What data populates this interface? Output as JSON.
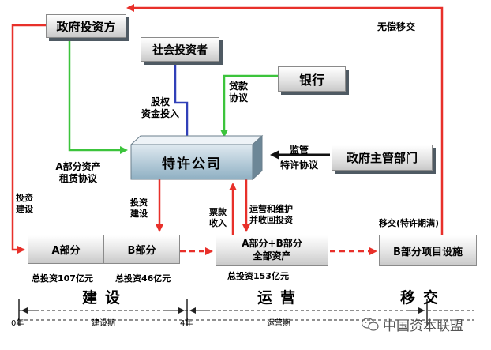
{
  "nodes": {
    "government_investor": "政府投资方",
    "social_investor": "社会投资者",
    "bank": "银行",
    "franchise_company": "特许公司",
    "government_authority": "政府主管部门",
    "part_a": "A部分",
    "part_b": "B部分",
    "part_ab_l1": "A部分+B部分",
    "part_ab_l2": "全部资产",
    "b_facility": "B部分项目设施"
  },
  "edges": {
    "gratuitous_transfer": "无偿移交",
    "equity_l1": "股权",
    "equity_l2": "资金投入",
    "loan_l1": "贷款",
    "loan_l2": "协议",
    "asset_lease_l1": "A部分资产",
    "asset_lease_l2": "租赁协议",
    "supervision_l1": "监管",
    "supervision_l2": "特许协议",
    "invest_build_left_l1": "投资",
    "invest_build_left_l2": "建设",
    "invest_build_mid_l1": "投资",
    "invest_build_mid_l2": "建设",
    "ticket_income_l1": "票款",
    "ticket_income_l2": "收入",
    "operate_l1": "运营和维护",
    "operate_l2": "并收回投资",
    "handover_expire": "移交(特许期满)"
  },
  "totals": {
    "a_investment": "总投资107亿元",
    "b_investment": "总投资46亿元",
    "all_investment": "总投资153亿元"
  },
  "phases": {
    "build": "建设",
    "operate": "运营",
    "handover": "移交"
  },
  "timeline": {
    "year0": "0年",
    "build_period": "建设期",
    "year4": "4年",
    "operation_period": "运营期"
  },
  "watermark": {
    "text": "中国资本联盟"
  },
  "colors": {
    "red": "#e8302a",
    "green": "#3cc43c",
    "blue": "#3040b8",
    "black": "#111111",
    "box_teal_from": "#d9e6ee",
    "box_teal_to": "#8fb0c3"
  }
}
